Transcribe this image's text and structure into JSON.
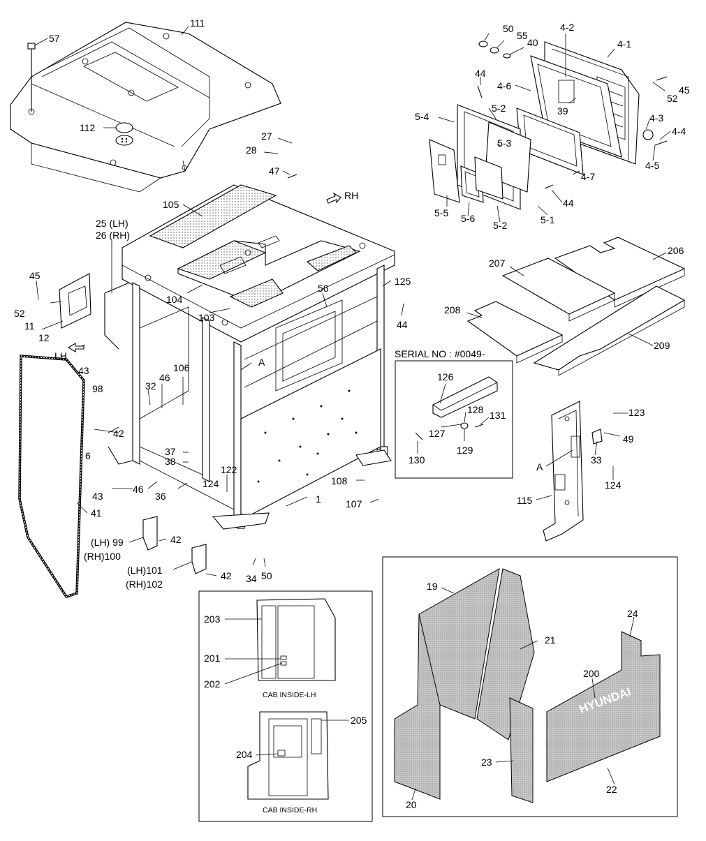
{
  "diagram": {
    "serial_note": "SERIAL NO : #0049-",
    "brand_text": "HYUNDAI",
    "inset_titles": {
      "lh": "CAB INSIDE-LH",
      "rh": "CAB INSIDE-RH"
    },
    "labels": {
      "l111": "111",
      "l57": "57",
      "l112": "112",
      "l27": "27",
      "l28": "28",
      "l47": "47",
      "lRH": "RH",
      "l105": "105",
      "l25": "25 (LH)",
      "l26": "26 (RH)",
      "l45a": "45",
      "l52a": "52",
      "l11": "11",
      "l12": "12",
      "lLH": "LH",
      "l43a": "43",
      "l104": "104",
      "l103": "103",
      "l56": "56",
      "l125": "125",
      "l44c": "44",
      "l98": "98",
      "l32": "32",
      "l46a": "46",
      "l106": "106",
      "lA1": "A",
      "l42a": "42",
      "l6": "6",
      "l37": "37",
      "l38": "38",
      "l122": "122",
      "l46b": "46",
      "l36": "36",
      "l124a": "124",
      "l43b": "43",
      "l41": "41",
      "l1": "1",
      "l108": "108",
      "l107": "107",
      "l99": "(LH) 99",
      "l100": "(RH)100",
      "l42b": "42",
      "l101": "(LH)101",
      "l102": "(RH)102",
      "l42c": "42",
      "l34": "34",
      "l50b": "50",
      "l50a": "50",
      "l55": "55",
      "l40": "40",
      "l42d": "4-2",
      "l41d": "4-1",
      "l44a": "44",
      "l46d": "4-6",
      "l45b": "45",
      "l52b": "52",
      "l39": "39",
      "l54": "5-4",
      "l52d": "5-2",
      "l53": "5-3",
      "l43d": "4-3",
      "l44d": "4-4",
      "l45d": "4-5",
      "l47d": "4-7",
      "l44b": "44",
      "l55d": "5-5",
      "l56d": "5-6",
      "l52e": "5-2",
      "l51": "5-1",
      "l206": "206",
      "l207": "207",
      "l208": "208",
      "l209": "209",
      "l126": "126",
      "l128": "128",
      "l131": "131",
      "l127": "127",
      "l129": "129",
      "l130": "130",
      "l123": "123",
      "l49": "49",
      "l33": "33",
      "lA2": "A",
      "l124b": "124",
      "l115": "115",
      "l203": "203",
      "l201": "201",
      "l202": "202",
      "l205": "205",
      "l204": "204",
      "l19": "19",
      "l21": "21",
      "l24": "24",
      "l200": "200",
      "l23": "23",
      "l20": "20",
      "l22": "22"
    }
  }
}
